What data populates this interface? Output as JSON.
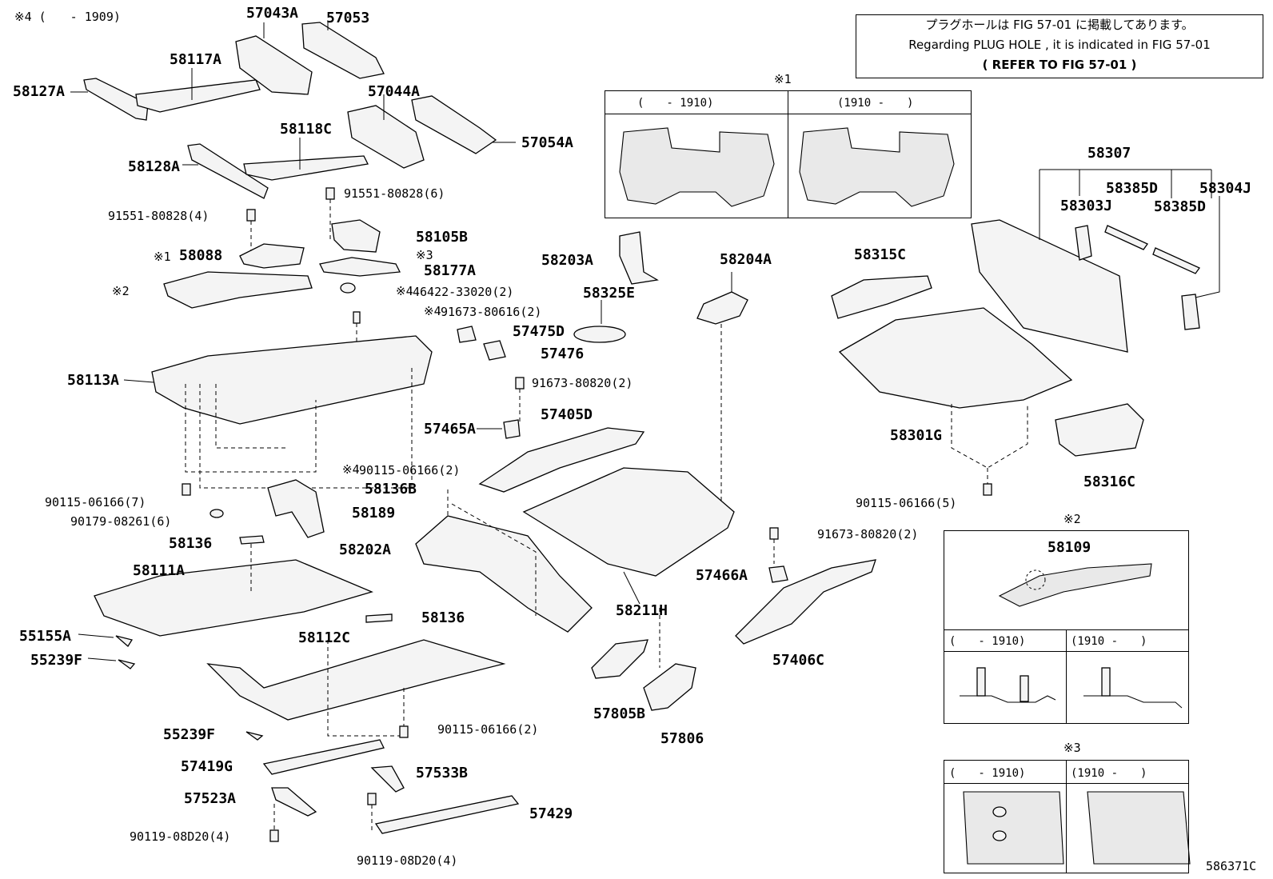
{
  "header": {
    "range_note": "※4 (　　- 1909)",
    "note_box": {
      "line1": "プラグホールは FIG 57-01 に掲載してあります。",
      "line2": "Regarding PLUG HOLE , it is indicated in FIG 57-01",
      "line3": "( REFER TO FIG 57-01 )"
    }
  },
  "parts": {
    "p57043A": "57043A",
    "p57053": "57053",
    "p58117A": "58117A",
    "p58127A": "58127A",
    "p57044A": "57044A",
    "p57054A": "57054A",
    "p58118C": "58118C",
    "p58128A": "58128A",
    "p91551_6": "91551-80828(6)",
    "p91551_4": "91551-80828(4)",
    "p58105B": "58105B",
    "p58088": "58088",
    "p58177A": "58177A",
    "p46422": "46422-33020(2)",
    "p91673_616": "91673-80616(2)",
    "p58203A": "58203A",
    "p58204A": "58204A",
    "p58325E": "58325E",
    "p57475D": "57475D",
    "p57476": "57476",
    "p58113A": "58113A",
    "p91673_820a": "91673-80820(2)",
    "p57465A": "57465A",
    "p57405D": "57405D",
    "p90115_2a": "90115-06166(2)",
    "p58136B": "58136B",
    "p90115_7": "90115-06166(7)",
    "p58189": "58189",
    "p90179": "90179-08261(6)",
    "p58136a": "58136",
    "p58202A": "58202A",
    "p58111A": "58111A",
    "p58211H": "58211H",
    "p55155A": "55155A",
    "p58112C": "58112C",
    "p58136b": "58136",
    "p55239Fa": "55239F",
    "p57805B": "57805B",
    "p57806": "57806",
    "p90115_2b": "90115-06166(2)",
    "p55239Fb": "55239F",
    "p57419G": "57419G",
    "p57533B": "57533B",
    "p57523A": "57523A",
    "p57429": "57429",
    "p90119a": "90119-08D20(4)",
    "p90119b": "90119-08D20(4)",
    "p91673_820b": "91673-80820(2)",
    "p57466A": "57466A",
    "p57406C": "57406C",
    "p58315C": "58315C",
    "p58307": "58307",
    "p58385Da": "58385D",
    "p58304J": "58304J",
    "p58303J": "58303J",
    "p58385Db": "58385D",
    "p58301G": "58301G",
    "p58316C": "58316C",
    "p90115_5": "90115-06166(5)",
    "p58109": "58109"
  },
  "marks": {
    "m1_58088": "※1",
    "m2": "※2",
    "m3": "※3",
    "m4a": "※4",
    "m4b": "※4",
    "m4c": "※4"
  },
  "insets": {
    "inset1": {
      "mark": "※1",
      "left_head": "(　　- 1910)",
      "right_head": "(1910 -　　)"
    },
    "inset2": {
      "mark": "※2",
      "left_head": "(　　- 1910)",
      "right_head": "(1910 -　　)"
    },
    "inset3": {
      "mark": "※3",
      "left_head": "(　　- 1910)",
      "right_head": "(1910 -　　)"
    }
  },
  "footer": {
    "figure_code": "586371C"
  }
}
